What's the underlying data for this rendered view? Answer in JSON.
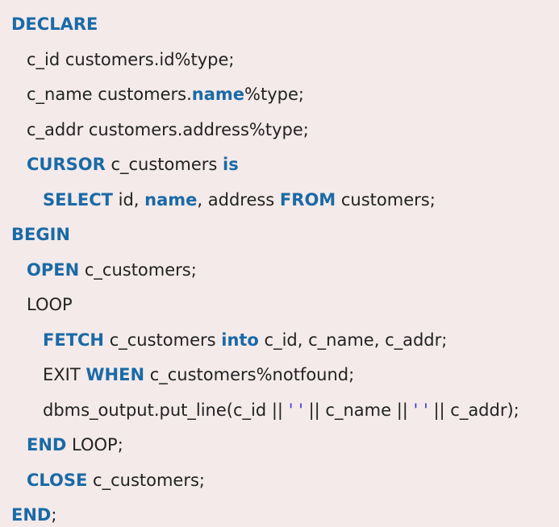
{
  "code": {
    "lines": [
      {
        "segments": [
          {
            "t": "DECLARE",
            "k": "kw"
          }
        ]
      },
      {
        "segments": [
          {
            "t": "c_id customers.id%type;",
            "k": "plain"
          }
        ]
      },
      {
        "segments": [
          {
            "t": "c_name customers.",
            "k": "plain"
          },
          {
            "t": "name",
            "k": "kw"
          },
          {
            "t": "%type;",
            "k": "plain"
          }
        ]
      },
      {
        "segments": [
          {
            "t": "c_addr customers.address%type;",
            "k": "plain"
          }
        ]
      },
      {
        "segments": [
          {
            "t": "CURSOR",
            "k": "kw"
          },
          {
            "t": " c_customers ",
            "k": "plain"
          },
          {
            "t": "is",
            "k": "kw"
          }
        ]
      },
      {
        "segments": [
          {
            "t": "SELECT",
            "k": "kw"
          },
          {
            "t": " id, ",
            "k": "plain"
          },
          {
            "t": "name",
            "k": "kw"
          },
          {
            "t": ", address ",
            "k": "plain"
          },
          {
            "t": "FROM",
            "k": "kw"
          },
          {
            "t": " customers;",
            "k": "plain"
          }
        ]
      },
      {
        "segments": [
          {
            "t": "BEGIN",
            "k": "kw"
          }
        ]
      },
      {
        "segments": [
          {
            "t": "OPEN",
            "k": "kw"
          },
          {
            "t": " c_customers;",
            "k": "plain"
          }
        ]
      },
      {
        "segments": [
          {
            "t": "LOOP",
            "k": "plain"
          }
        ]
      },
      {
        "segments": [
          {
            "t": "FETCH",
            "k": "kw"
          },
          {
            "t": " c_customers ",
            "k": "plain"
          },
          {
            "t": "into",
            "k": "kw"
          },
          {
            "t": " c_id, c_name, c_addr;",
            "k": "plain"
          }
        ]
      },
      {
        "segments": [
          {
            "t": "EXIT ",
            "k": "plain"
          },
          {
            "t": "WHEN",
            "k": "kw"
          },
          {
            "t": " c_customers%notfound;",
            "k": "plain"
          }
        ]
      },
      {
        "segments": [
          {
            "t": "dbms_output.put_line(c_id || ",
            "k": "plain"
          },
          {
            "t": "' '",
            "k": "str"
          },
          {
            "t": " || c_name || ",
            "k": "plain"
          },
          {
            "t": "' '",
            "k": "str"
          },
          {
            "t": " || c_addr);",
            "k": "plain"
          }
        ]
      },
      {
        "segments": [
          {
            "t": "END",
            "k": "kw"
          },
          {
            "t": " LOOP;",
            "k": "plain"
          }
        ]
      },
      {
        "segments": [
          {
            "t": "CLOSE",
            "k": "kw"
          },
          {
            "t": " c_customers;",
            "k": "plain"
          }
        ]
      },
      {
        "segments": [
          {
            "t": "END",
            "k": "kw"
          },
          {
            "t": ";",
            "k": "plain"
          }
        ]
      }
    ]
  }
}
